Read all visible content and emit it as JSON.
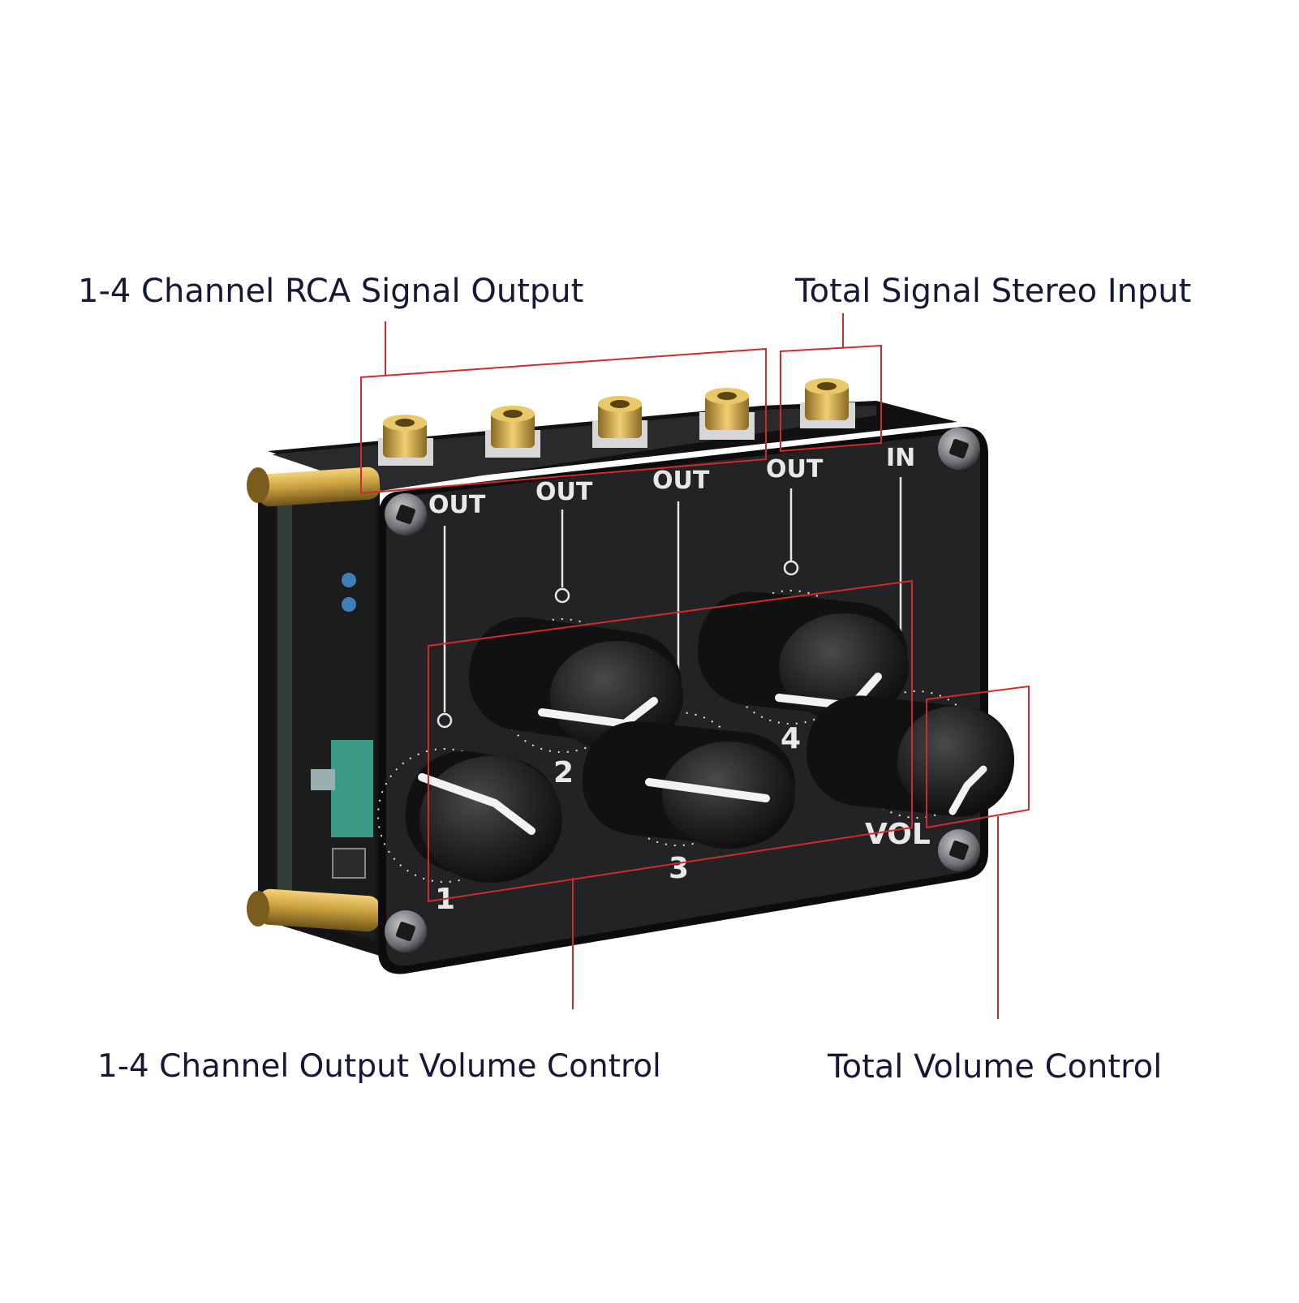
{
  "callouts": {
    "rca_output": "1-4 Channel RCA Signal Output",
    "stereo_input": "Total Signal Stereo Input",
    "channel_volume": "1-4 Channel Output Volume Control",
    "total_volume": "Total Volume Control"
  },
  "panel_labels": {
    "out1": "OUT",
    "out2": "OUT",
    "out3": "OUT",
    "out4": "OUT",
    "in": "IN",
    "ch1": "1",
    "ch2": "2",
    "ch3": "3",
    "ch4": "4",
    "vol": "VOL"
  },
  "colors": {
    "callout_text": "#141a36",
    "leader_line": "#d22a2a",
    "panel": "#1e1e20",
    "brass": "#c9a13e"
  }
}
